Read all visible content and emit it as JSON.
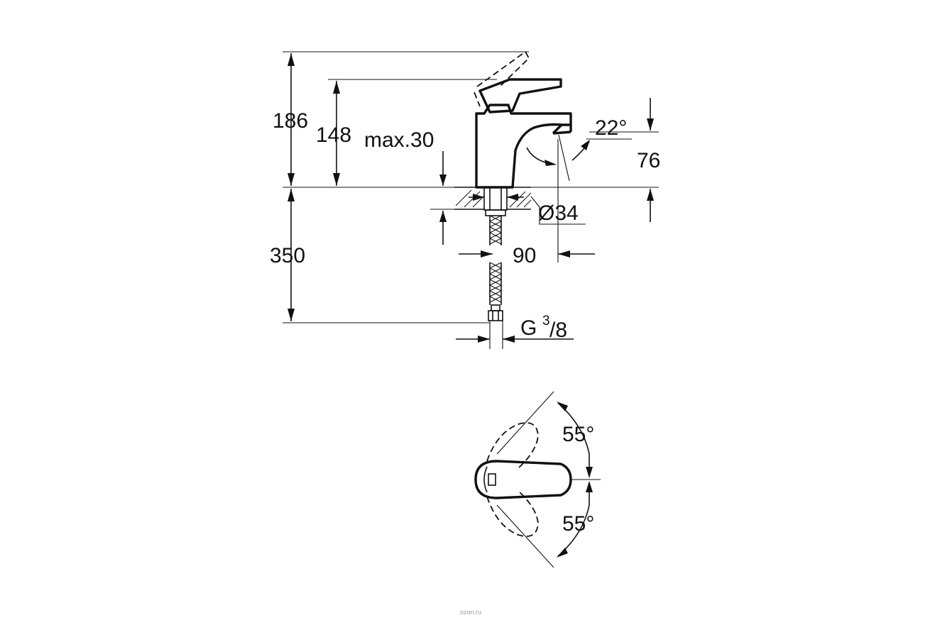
{
  "dimensions": {
    "total_height": "186",
    "body_height": "148",
    "max_thickness": "max.30",
    "spout_angle": "22°",
    "spout_height": "76",
    "hole_diameter": "Ø34",
    "spout_reach": "90",
    "hose_length": "350",
    "connection_prefix": "G",
    "connection_numerator": "3",
    "connection_denominator": "/8",
    "lever_angle_top": "55°",
    "lever_angle_bottom": "55°"
  },
  "watermark": "ozon.ru",
  "colors": {
    "line": "#111111",
    "background": "#ffffff"
  }
}
